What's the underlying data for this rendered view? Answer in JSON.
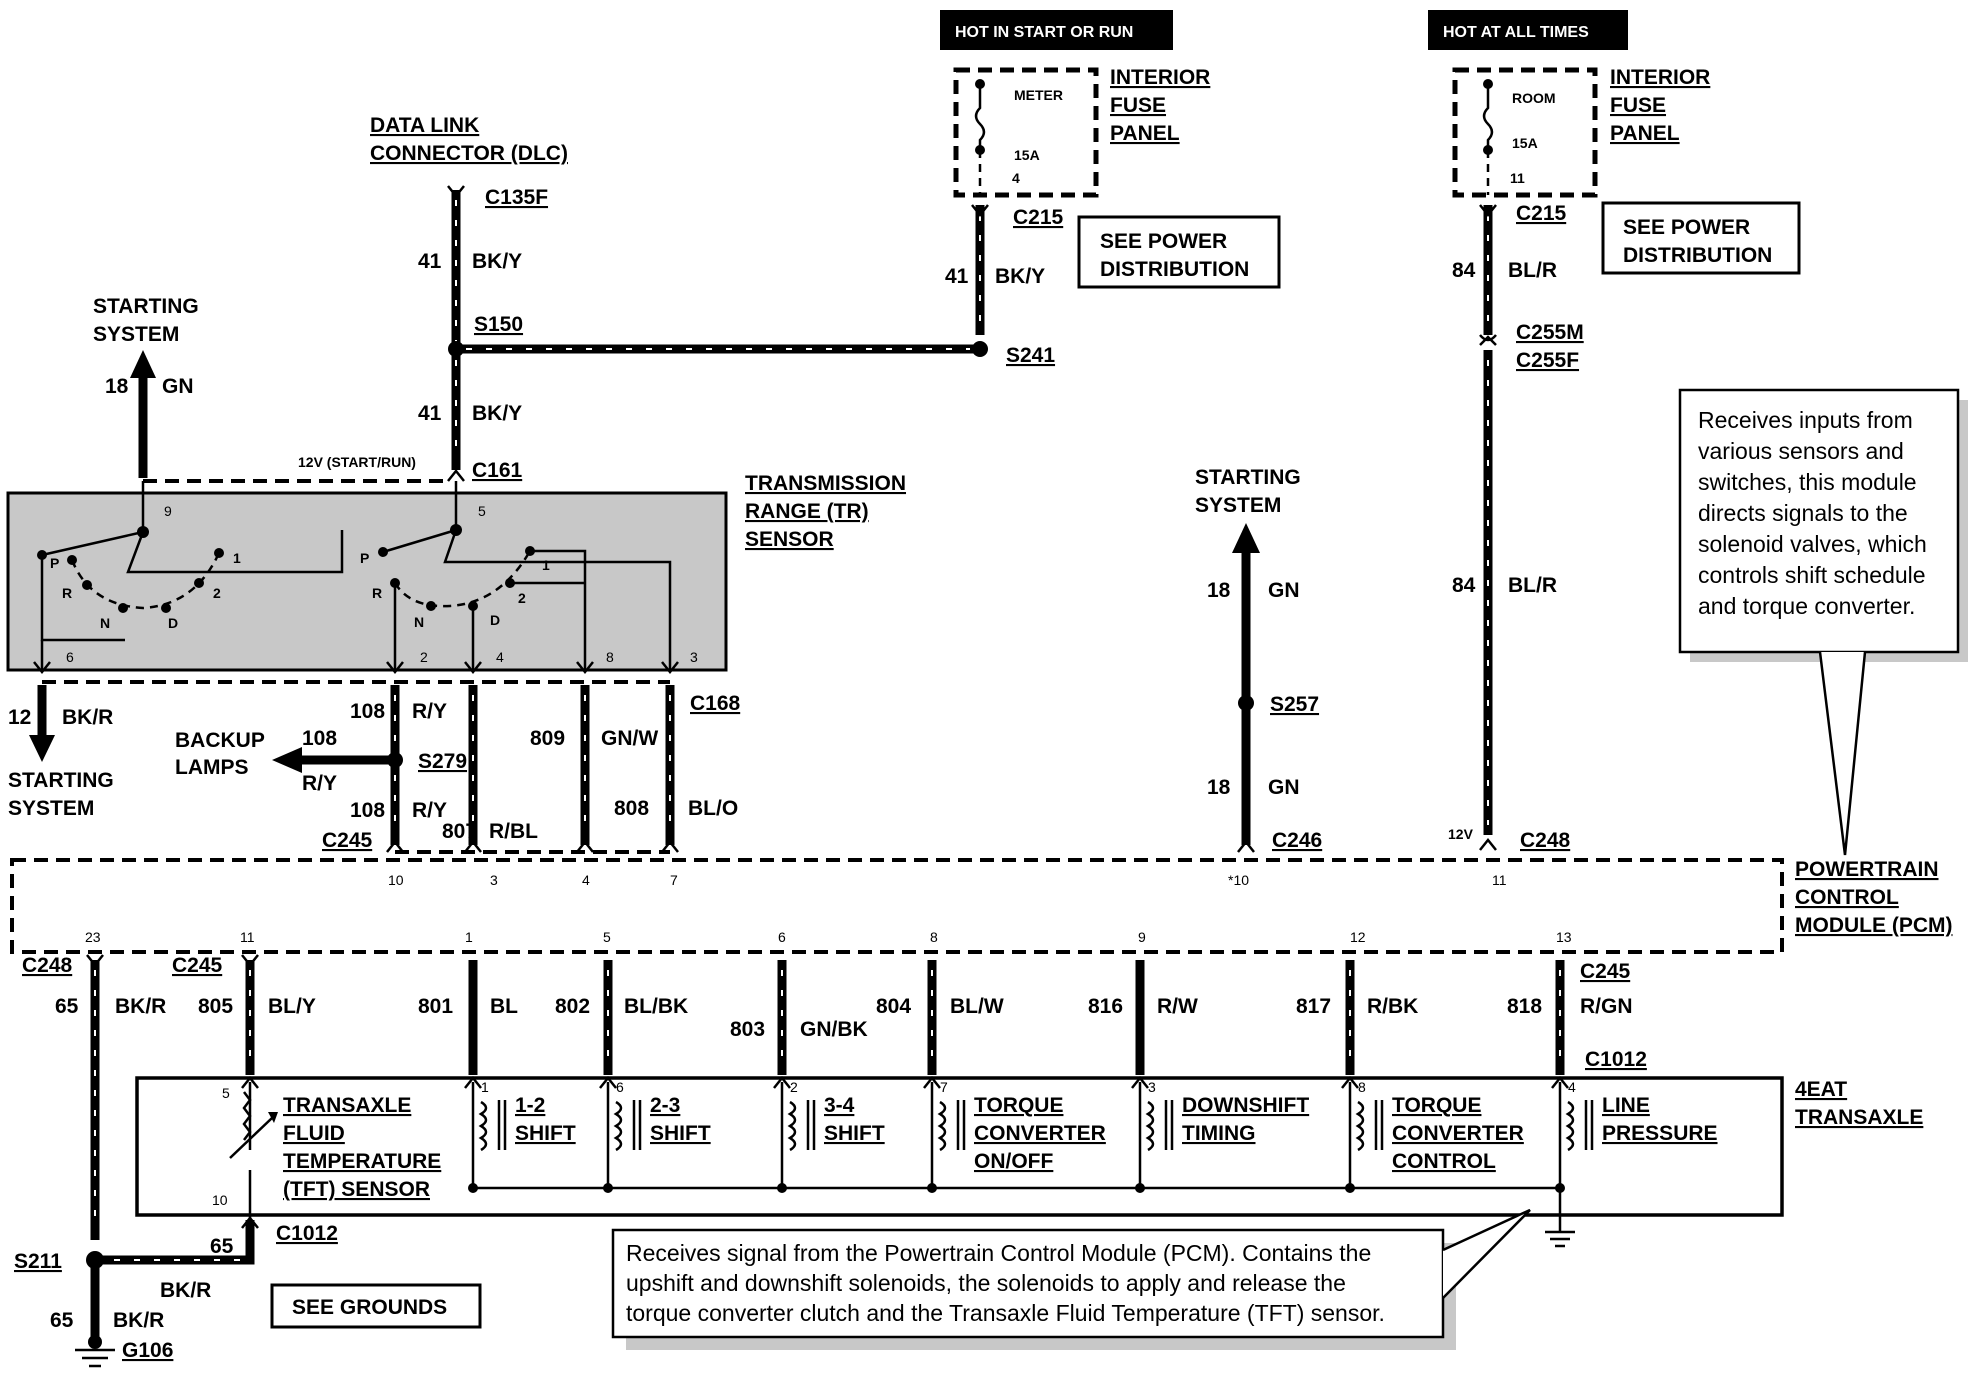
{
  "headers": {
    "hot_start_run": "HOT IN START OR RUN",
    "hot_all_times": "HOT AT ALL TIMES"
  },
  "fuse_left": {
    "title_1": "INTERIOR",
    "title_2": "FUSE",
    "title_3": "PANEL",
    "name": "METER",
    "rating": "15A",
    "pin": "4",
    "connector": "C215",
    "see": [
      "SEE POWER",
      "DISTRIBUTION"
    ]
  },
  "fuse_right": {
    "title_1": "INTERIOR",
    "title_2": "FUSE",
    "title_3": "PANEL",
    "name": "ROOM",
    "rating": "15A",
    "pin": "11",
    "connector": "C215",
    "see": [
      "SEE POWER",
      "DISTRIBUTION"
    ]
  },
  "dlc": {
    "title_1": "DATA LINK",
    "title_2": "CONNECTOR (DLC)",
    "connector": "C135F"
  },
  "wires": {
    "w41": "41",
    "bky": "BK/Y",
    "w84": "84",
    "blr": "BL/R",
    "w18": "18",
    "gn": "GN",
    "w12": "12",
    "bkr": "BK/R",
    "w108": "108",
    "ry": "R/Y",
    "w807": "807",
    "rbl": "R/BL",
    "w809": "809",
    "gnw": "GN/W",
    "w808": "808",
    "blo": "BL/O",
    "w65": "65",
    "w805": "805",
    "bly": "BL/Y",
    "w801": "801",
    "bl": "BL",
    "w802": "802",
    "blbk": "BL/BK",
    "w803": "803",
    "gnbk": "GN/BK",
    "w804": "804",
    "blw": "BL/W",
    "w816": "816",
    "rw": "R/W",
    "w817": "817",
    "rbk": "R/BK",
    "w818": "818",
    "rgn": "R/GN"
  },
  "splices": {
    "s150": "S150",
    "s241": "S241",
    "s257": "S257",
    "s279": "S279",
    "s211": "S211"
  },
  "connectors": {
    "c161": "C161",
    "c168": "C168",
    "c245": "C245",
    "c246": "C246",
    "c248": "C248",
    "c255m": "C255M",
    "c255f": "C255F",
    "c1012": "C1012",
    "g106": "G106"
  },
  "starting_system": [
    "STARTING",
    "SYSTEM"
  ],
  "backup_lamps": [
    "BACKUP",
    "LAMPS"
  ],
  "v12_start_run": "12V (START/RUN)",
  "v12": "12V",
  "tr_sensor": {
    "title": [
      "TRANSMISSION",
      "RANGE (TR)",
      "SENSOR"
    ],
    "positions": {
      "p": "P",
      "r": "R",
      "n": "N",
      "d": "D",
      "one": "1",
      "two": "2"
    },
    "pins": {
      "p9": "9",
      "p5": "5",
      "p6": "6",
      "p2": "2",
      "p4": "4",
      "p8": "8",
      "p3": "3"
    }
  },
  "pcm": {
    "title": [
      "POWERTRAIN",
      "CONTROL",
      "MODULE (PCM)"
    ],
    "top_pins": {
      "p10": "10",
      "p3": "3",
      "p4": "4",
      "p7": "7",
      "p10s": "*10",
      "p11": "11"
    },
    "bottom_pins": {
      "p23": "23",
      "p11": "11",
      "p1": "1",
      "p5": "5",
      "p6": "6",
      "p8": "8",
      "p9": "9",
      "p12": "12",
      "p13": "13"
    },
    "note": [
      "Receives inputs from",
      "various sensors and",
      "switches, this module",
      "directs signals to the",
      "solenoid valves, which",
      "controls shift schedule",
      "and torque converter."
    ]
  },
  "transaxle": {
    "title": [
      "4EAT",
      "TRANSAXLE"
    ],
    "tft": [
      "TRANSAXLE",
      "FLUID",
      "TEMPERATURE",
      "(TFT) SENSOR"
    ],
    "tft_pins": {
      "p5": "5",
      "p10": "10"
    },
    "solenoids": [
      {
        "pin": "1",
        "l1": "1-2",
        "l2": "SHIFT",
        "l3": ""
      },
      {
        "pin": "6",
        "l1": "2-3",
        "l2": "SHIFT",
        "l3": ""
      },
      {
        "pin": "2",
        "l1": "3-4",
        "l2": "SHIFT",
        "l3": ""
      },
      {
        "pin": "7",
        "l1": "TORQUE",
        "l2": "CONVERTER",
        "l3": "ON/OFF"
      },
      {
        "pin": "3",
        "l1": "DOWNSHIFT",
        "l2": "TIMING",
        "l3": ""
      },
      {
        "pin": "8",
        "l1": "TORQUE",
        "l2": "CONVERTER",
        "l3": "CONTROL"
      },
      {
        "pin": "4",
        "l1": "LINE",
        "l2": "PRESSURE",
        "l3": ""
      }
    ],
    "note": [
      "Receives signal from the Powertrain Control Module (PCM). Contains the",
      "upshift and downshift solenoids, the solenoids to apply and release the",
      "torque converter clutch and the Transaxle Fluid Temperature (TFT) sensor."
    ]
  },
  "see_grounds": "SEE GROUNDS"
}
